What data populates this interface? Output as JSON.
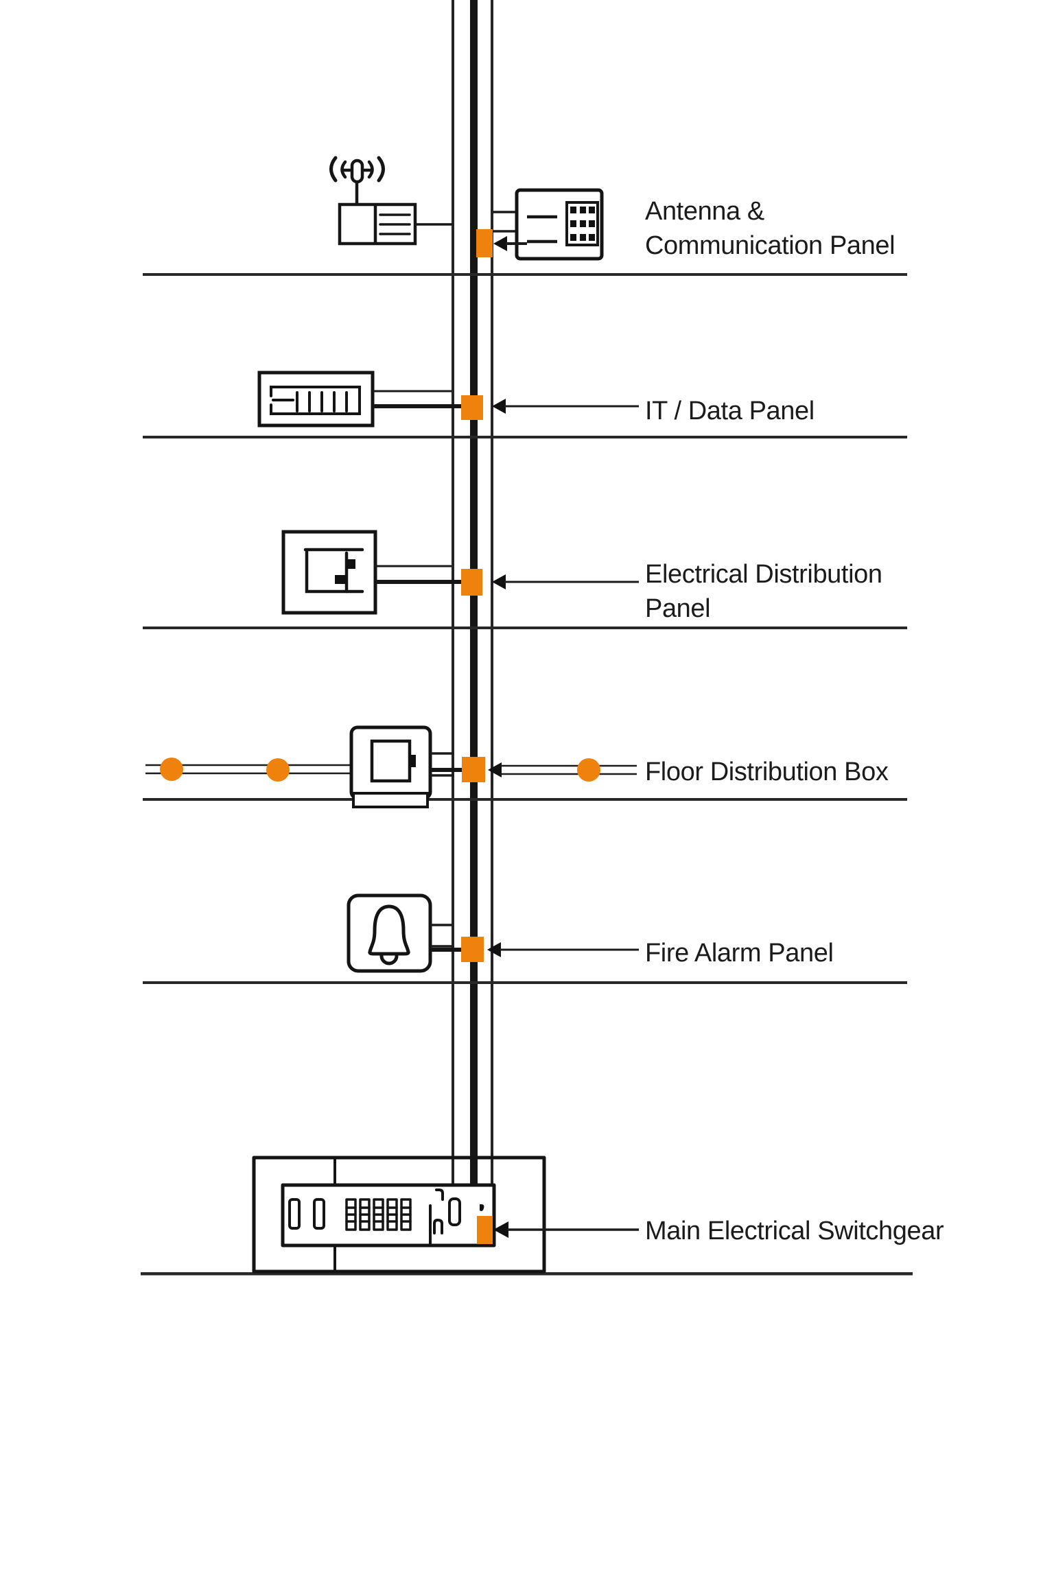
{
  "diagram": {
    "type": "building-electrical-riser",
    "colors": {
      "accent_orange": "#EF820D",
      "line_dark": "#1C1C1C",
      "text": "#1B1B1B",
      "background": "#FFFFFF"
    },
    "floors": [
      {
        "id": "antenna-communication",
        "icon": "antenna-icon + communication-panel-icon",
        "label_lines": [
          "Antenna &",
          "Communication Panel"
        ]
      },
      {
        "id": "it-data",
        "icon": "it-data-panel-icon",
        "label_lines": [
          "IT / Data Panel"
        ]
      },
      {
        "id": "electrical-distribution",
        "icon": "electrical-distribution-panel-icon",
        "label_lines": [
          "Electrical Distribution",
          "Panel"
        ]
      },
      {
        "id": "floor-distribution",
        "icon": "floor-distribution-box-icon",
        "label_lines": [
          "Floor Distribution Box"
        ]
      },
      {
        "id": "fire-alarm",
        "icon": "fire-alarm-bell-icon",
        "label_lines": [
          "Fire Alarm Panel"
        ]
      },
      {
        "id": "main-switchgear",
        "icon": "main-switchgear-icon",
        "label_lines": [
          "Main Electrical Switchgear"
        ]
      }
    ],
    "icons": {
      "antenna-icon": "radio antenna with radiating arcs on equipment box",
      "communication-panel-icon": "panel with lines and keypad grid",
      "it-data-panel-icon": "patch panel with vertical ports",
      "electrical-distribution-panel-icon": "breaker schematic in square panel",
      "floor-distribution-box-icon": "junction box with inner square and side tab",
      "fire-alarm-bell-icon": "bell in rounded square",
      "main-switchgear-icon": "switchgear cabinet with switches and breaker stacks",
      "riser-connector": "orange tap block on riser",
      "tap-node": "orange circle on branch line",
      "arrow-left-icon": "solid leftward arrowhead"
    }
  }
}
